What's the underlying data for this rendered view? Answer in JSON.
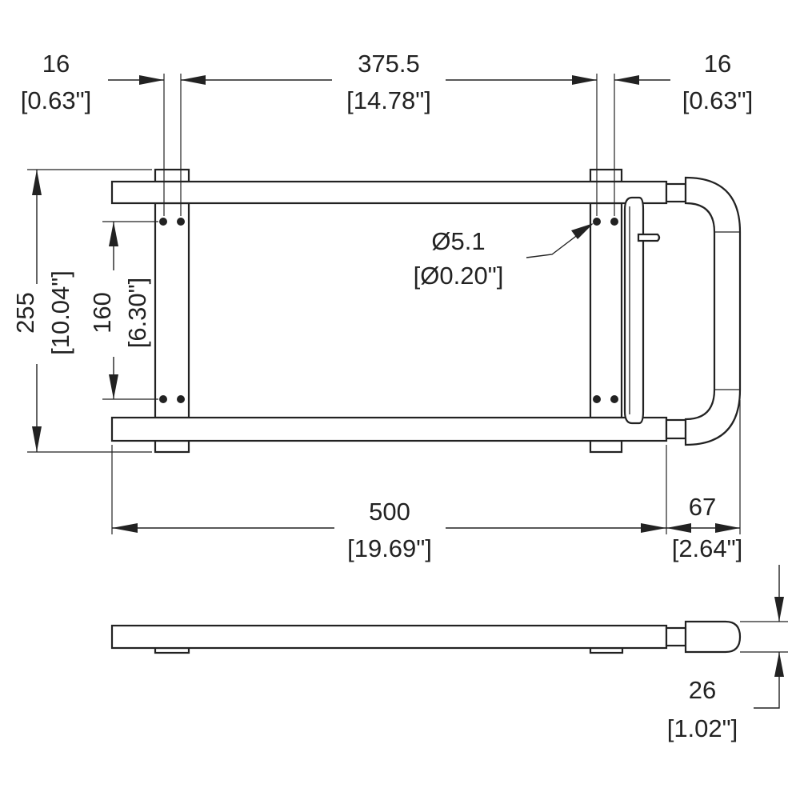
{
  "dimensions": {
    "top_left_spacing": {
      "value": "16",
      "imperial": "[0.63\"]"
    },
    "top_middle_spacing": {
      "value": "375.5",
      "imperial": "[14.78\"]"
    },
    "top_right_spacing": {
      "value": "16",
      "imperial": "[0.63\"]"
    },
    "hole_diameter": {
      "value": "Ø5.1",
      "imperial": "[Ø0.20\"]"
    },
    "overall_height": {
      "value": "255",
      "imperial": "[10.04\"]"
    },
    "hole_vertical_spacing": {
      "value": "160",
      "imperial": "[6.30\"]"
    },
    "overall_length": {
      "value": "500",
      "imperial": "[19.69\"]"
    },
    "handle_projection": {
      "value": "67",
      "imperial": "[2.64\"]"
    },
    "side_thickness": {
      "value": "26",
      "imperial": "[1.02\"]"
    }
  },
  "colors": {
    "line": "#222222",
    "background": "#ffffff"
  }
}
